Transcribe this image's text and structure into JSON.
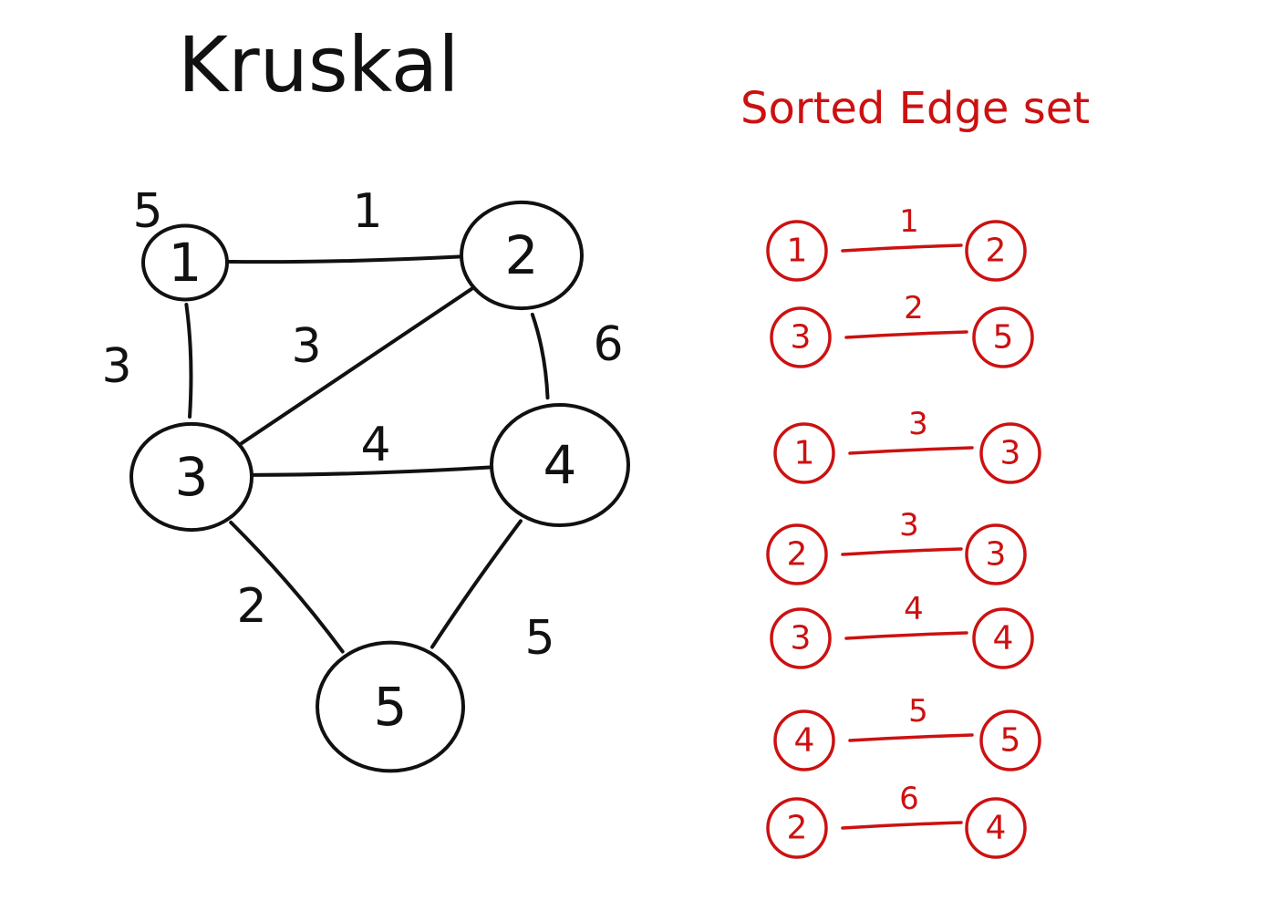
{
  "title": "Kruskal",
  "sorted_title": "Sorted Edge set",
  "graph": {
    "nodes": [
      {
        "id": "1",
        "label": "1"
      },
      {
        "id": "2",
        "label": "2"
      },
      {
        "id": "3",
        "label": "3"
      },
      {
        "id": "4",
        "label": "4"
      },
      {
        "id": "5",
        "label": "5"
      }
    ],
    "edges": [
      {
        "from": "1",
        "to": "2",
        "weight": "1"
      },
      {
        "from": "1",
        "to": "3",
        "weight": "3"
      },
      {
        "from": "2",
        "to": "3",
        "weight": "3"
      },
      {
        "from": "2",
        "to": "4",
        "weight": "6"
      },
      {
        "from": "3",
        "to": "4",
        "weight": "4"
      },
      {
        "from": "3",
        "to": "5",
        "weight": "2"
      },
      {
        "from": "4",
        "to": "5",
        "weight": "5"
      }
    ],
    "extra_label": "5"
  },
  "sorted_edges": [
    {
      "from": "1",
      "to": "2",
      "weight": "1"
    },
    {
      "from": "3",
      "to": "5",
      "weight": "2"
    },
    {
      "from": "1",
      "to": "3",
      "weight": "3"
    },
    {
      "from": "2",
      "to": "3",
      "weight": "3"
    },
    {
      "from": "3",
      "to": "4",
      "weight": "4"
    },
    {
      "from": "4",
      "to": "5",
      "weight": "5"
    },
    {
      "from": "2",
      "to": "4",
      "weight": "6"
    }
  ],
  "colors": {
    "ink": "#111111",
    "red_ink": "#cc1111",
    "background": "#ffffff"
  }
}
